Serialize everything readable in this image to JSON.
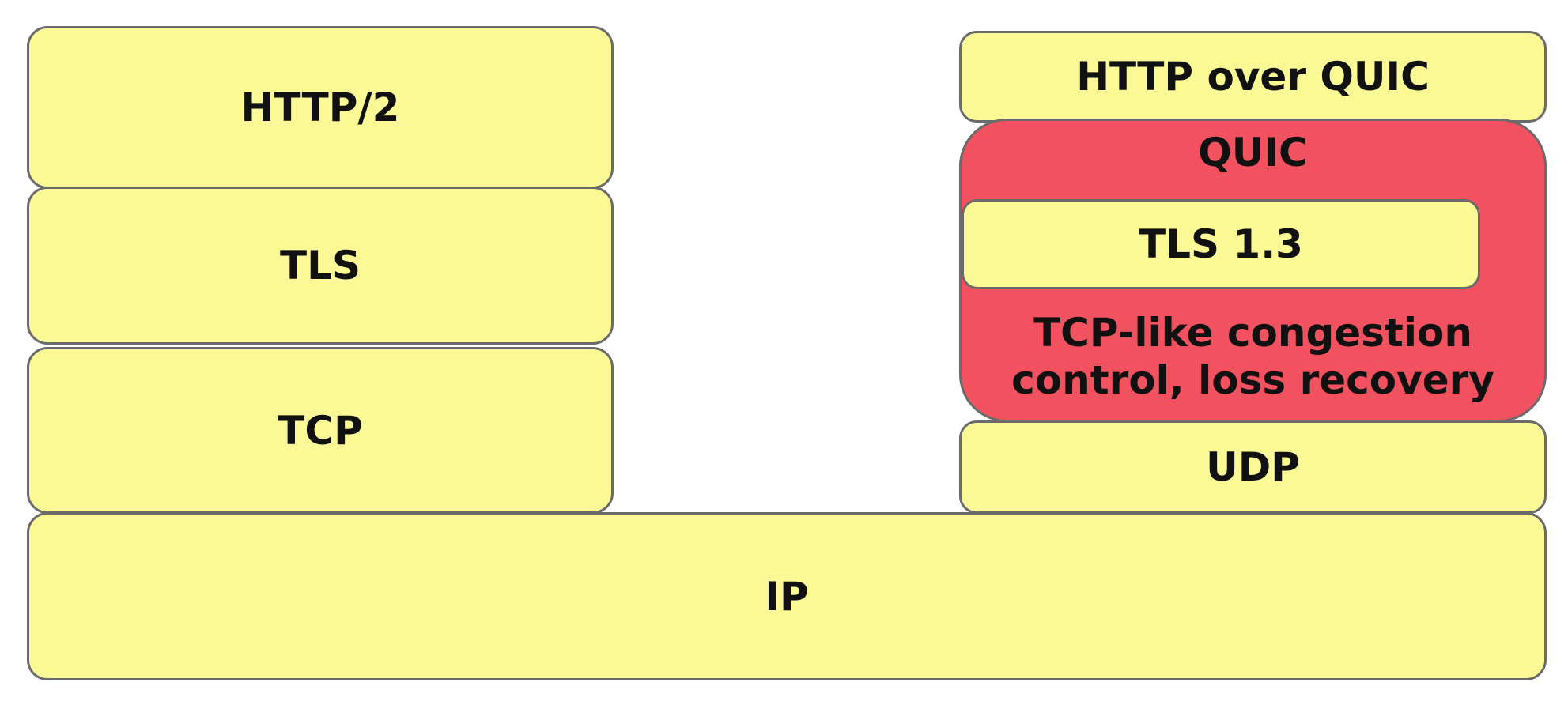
{
  "left_stack": {
    "http2": "HTTP/2",
    "tls": "TLS",
    "tcp": "TCP"
  },
  "right_stack": {
    "http_over_quic": "HTTP over QUIC",
    "quic": {
      "title": "QUIC",
      "tls13": "TLS 1.3",
      "congestion_line1": "TCP-like congestion",
      "congestion_line2": "control, loss recovery"
    },
    "udp": "UDP"
  },
  "shared": {
    "ip": "IP"
  },
  "colors": {
    "layer_fill": "#fbf896",
    "quic_fill": "#f2525f",
    "border": "#6b6b6b"
  }
}
